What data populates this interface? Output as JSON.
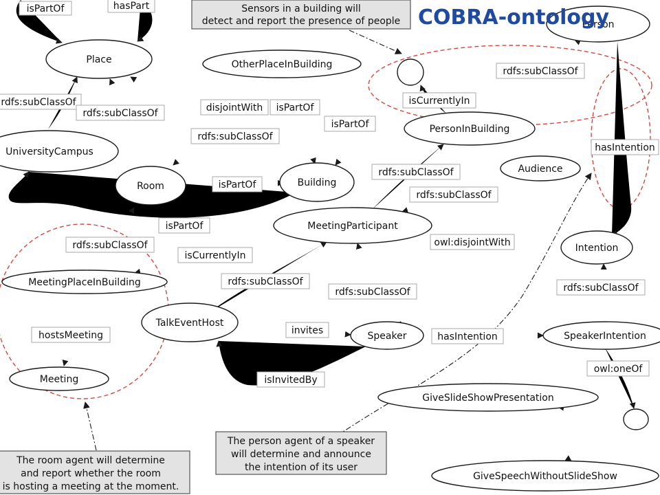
{
  "title": "COBRA-ontology",
  "colors": {
    "title": "#1f4aa0",
    "region": "#d9453b",
    "note_fill": "#e3e3e3"
  },
  "nodes": {
    "person": "Person",
    "place": "Place",
    "other_place": "OtherPlaceInBuilding",
    "university_campus": "UniversityCampus",
    "room": "Room",
    "building": "Building",
    "person_in_building": "PersonInBuilding",
    "audience": "Audience",
    "meeting_participant": "MeetingParticipant",
    "intention": "Intention",
    "meeting_place": "MeetingPlaceInBuilding",
    "talk_event_host": "TalkEventHost",
    "speaker": "Speaker",
    "speaker_intention": "SpeakerIntention",
    "meeting": "Meeting",
    "give_slide_show": "GiveSlideShowPresentation",
    "give_speech": "GiveSpeechWithoutSlideShow"
  },
  "edge_labels": {
    "place_is_part_of": "isPartOf",
    "place_has_part": "hasPart",
    "campus_subclass": "rdfs:subClassOf",
    "room_subclass": "rdfs:subClassOf",
    "disjoint_with": "disjointWith",
    "other_is_part_of": "isPartOf",
    "other_subclass": "rdfs:subClassOf",
    "blank_is_part_of": "isPartOf",
    "pib_is_currently_in": "isCurrentlyIn",
    "pib_subclass": "rdfs:subClassOf",
    "room_is_part_of_building": "isPartOf",
    "building_is_part_of_campus": "isPartOf",
    "mp_subclass_pib": "rdfs:subClassOf",
    "audience_subclass": "rdfs:subClassOf",
    "meeting_place_subclass": "rdfs:subClassOf",
    "mp_is_currently_in": "isCurrentlyIn",
    "owl_disjoint_with": "owl:disjointWith",
    "teh_subclass": "rdfs:subClassOf",
    "speaker_subclass": "rdfs:subClassOf",
    "has_intention_top": "hasIntention",
    "intention_subclass": "rdfs:subClassOf",
    "hosts_meeting": "hostsMeeting",
    "invites": "invites",
    "speaker_has_intention": "hasIntention",
    "is_invited_by": "isInvitedBy",
    "owl_one_of": "owl:oneOf"
  },
  "notes": {
    "sensors": [
      "Sensors in a building will",
      "detect and report the presence of people"
    ],
    "room_agent": [
      "The room agent will determine",
      "and report whether the room",
      "is hosting a meeting at the moment."
    ],
    "person_agent": [
      "The person agent of a speaker",
      "will determine and announce",
      "the intention of its user"
    ]
  }
}
